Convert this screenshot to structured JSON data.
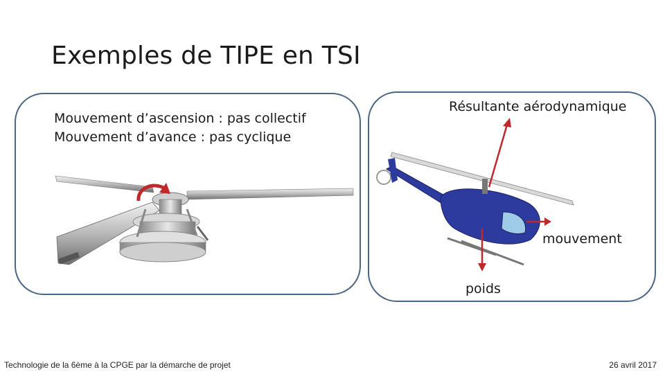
{
  "slide": {
    "title": "Exemples de TIPE en TSI",
    "left_panel": {
      "line1": "Mouvement d’ascension : pas collectif",
      "line2": "Mouvement d’avance : pas cyclique"
    },
    "right_panel": {
      "label_resultante": "Résultante aérodynamique",
      "label_mouvement": "mouvement",
      "label_poids": "poids"
    },
    "footer": {
      "left": "Technologie de la 6ème à la CPGE par la démarche de projet",
      "right": "26 avril 2017"
    }
  },
  "colors": {
    "panel_border": "#4a6684",
    "arrow_red": "#c0282a",
    "helicopter_body": "#2e3b9e"
  }
}
